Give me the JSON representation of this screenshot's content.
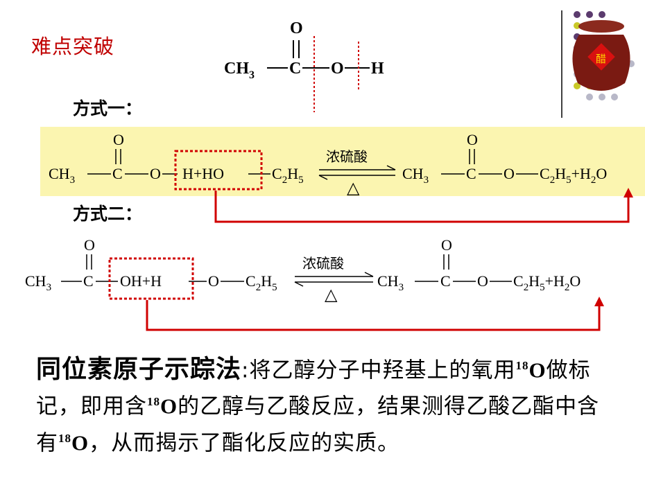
{
  "slide": {
    "title": "难点突破",
    "way1_label": "方式一：",
    "way2_label": "方式二："
  },
  "top_formula": {
    "o_top": "O",
    "double_bond": "||",
    "ch3": "CH",
    "sub3": "3",
    "c": "C",
    "o": "O",
    "h": "H"
  },
  "reaction": {
    "catalyst": "浓硫酸",
    "heat": "△",
    "ch3": "CH",
    "sub3": "3",
    "c": "C",
    "o": "O",
    "o_top": "O",
    "h_plus_ho": "H+HO",
    "oh_plus_h": "OH+H",
    "c2h5": "C",
    "sub2": "2",
    "h5": "H",
    "sub5": "5",
    "plus_h2o": "+H",
    "h2o_o": "O"
  },
  "colors": {
    "title": "#c00000",
    "highlight": "#fbf5b0",
    "arrow": "#d00000",
    "jar_body": "#7a1a12",
    "label": "#d81010",
    "dot_purple": "#5b3b6e",
    "dot_olive": "#c9c928",
    "dot_gray": "#b8b8c8"
  },
  "logo": {
    "jar_text": "醋"
  },
  "paragraph": {
    "lead": "同位素原子示踪法",
    "colon": ":",
    "p1": "将乙醇分子中羟基上的氧用",
    "iso": "18",
    "o": "O",
    "p2": "做标记，即用含",
    "p3": "的乙醇与乙酸反应，结果测得乙酸乙酯中含有",
    "p4": "，从而揭示了酯化反应的实质。"
  }
}
